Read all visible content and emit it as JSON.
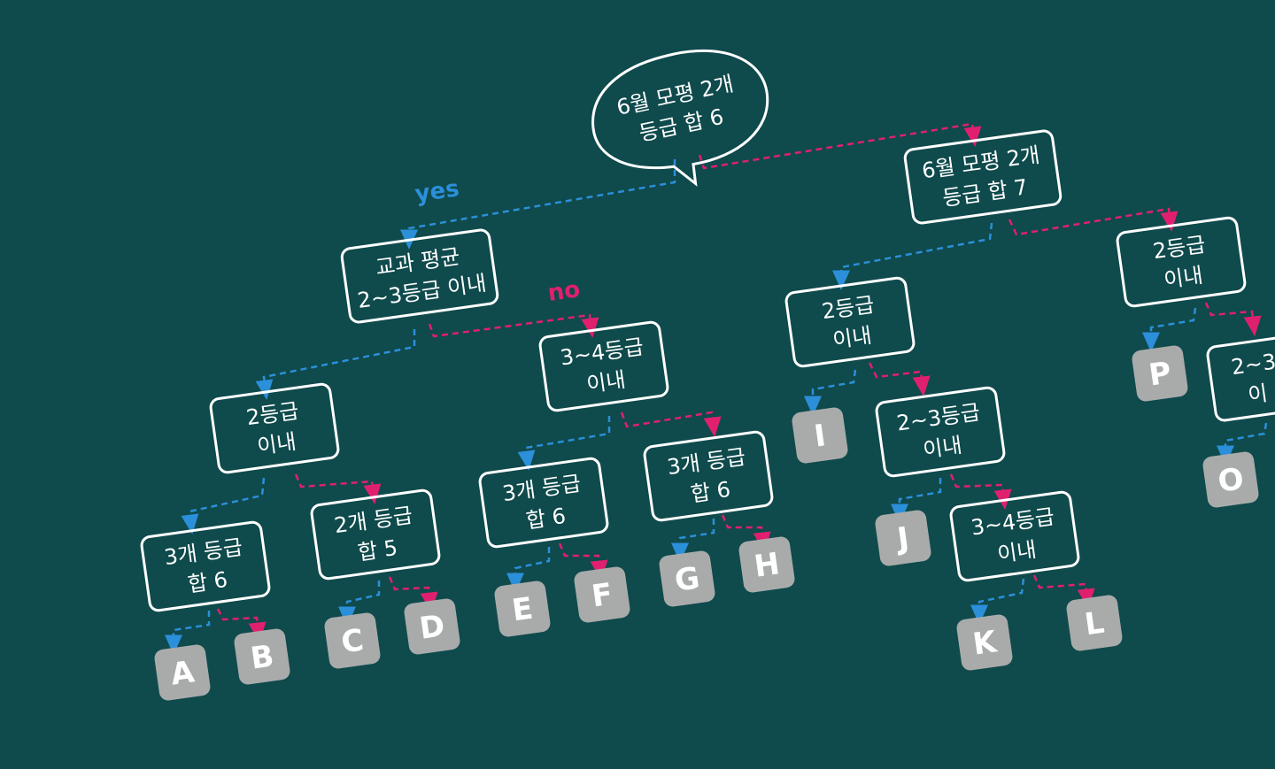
{
  "colors": {
    "background": "#0f4a4c",
    "chalk": "#ffffff",
    "yes_line": "#2b8fd9",
    "no_line": "#e0206f",
    "leaf_fill": "#a9abab"
  },
  "branch_labels": {
    "yes": "yes",
    "no": "no"
  },
  "root": {
    "line1": "6월 모평 2개",
    "line2": "등급 합 6"
  },
  "nodes": {
    "n1": {
      "line1": "교과 평균",
      "line2": "2~3등급 이내"
    },
    "n2": {
      "line1": "6월 모평 2개",
      "line2": "등급 합 7"
    },
    "n3": {
      "line1": "2등급",
      "line2": "이내"
    },
    "n4": {
      "line1": "3~4등급",
      "line2": "이내"
    },
    "n5": {
      "line1": "2등급",
      "line2": "이내"
    },
    "n6": {
      "line1": "2등급",
      "line2": "이내"
    },
    "n7": {
      "line1": "3개 등급",
      "line2": "합 6"
    },
    "n8": {
      "line1": "2개 등급",
      "line2": "합 5"
    },
    "n9": {
      "line1": "3개 등급",
      "line2": "합 6"
    },
    "n10": {
      "line1": "3개 등급",
      "line2": "합 6"
    },
    "n11": {
      "line1": "2~3등급",
      "line2": "이내"
    },
    "n12": {
      "line1": "3~4등급",
      "line2": "이내"
    },
    "n13": {
      "line1": "2~3",
      "line2": "이"
    }
  },
  "leaves": {
    "A": "A",
    "B": "B",
    "C": "C",
    "D": "D",
    "E": "E",
    "F": "F",
    "G": "G",
    "H": "H",
    "I": "I",
    "J": "J",
    "K": "K",
    "L": "L",
    "O": "O",
    "P": "P"
  }
}
